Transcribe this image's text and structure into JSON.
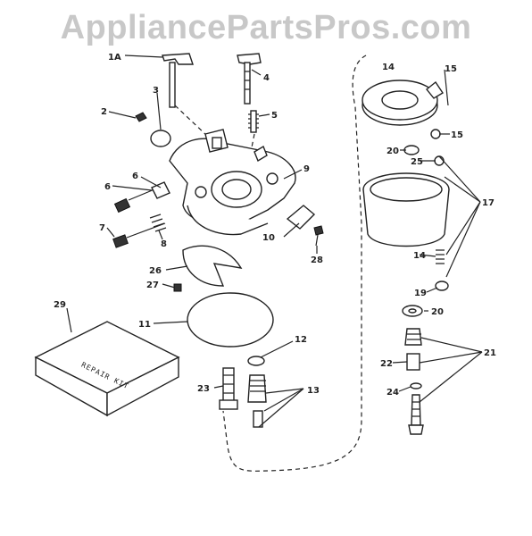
{
  "watermark": "AppliancePartsPros.com",
  "kit_text": "REPAIR KIT",
  "callouts": {
    "c1A": "1A",
    "c2": "2",
    "c3": "3",
    "c4": "4",
    "c5": "5",
    "c6": "6",
    "c7": "7",
    "c8": "8",
    "c9": "9",
    "c10": "10",
    "c11": "11",
    "c12": "12",
    "c13": "13",
    "c14a": "14",
    "c14b": "14",
    "c15a": "15",
    "c15b": "15",
    "c17": "17",
    "c19": "19",
    "c20a": "20",
    "c20b": "20",
    "c21": "21",
    "c22": "22",
    "c23": "23",
    "c24": "24",
    "c25": "25",
    "c26": "26",
    "c27": "27",
    "c28": "28",
    "c29": "29"
  }
}
